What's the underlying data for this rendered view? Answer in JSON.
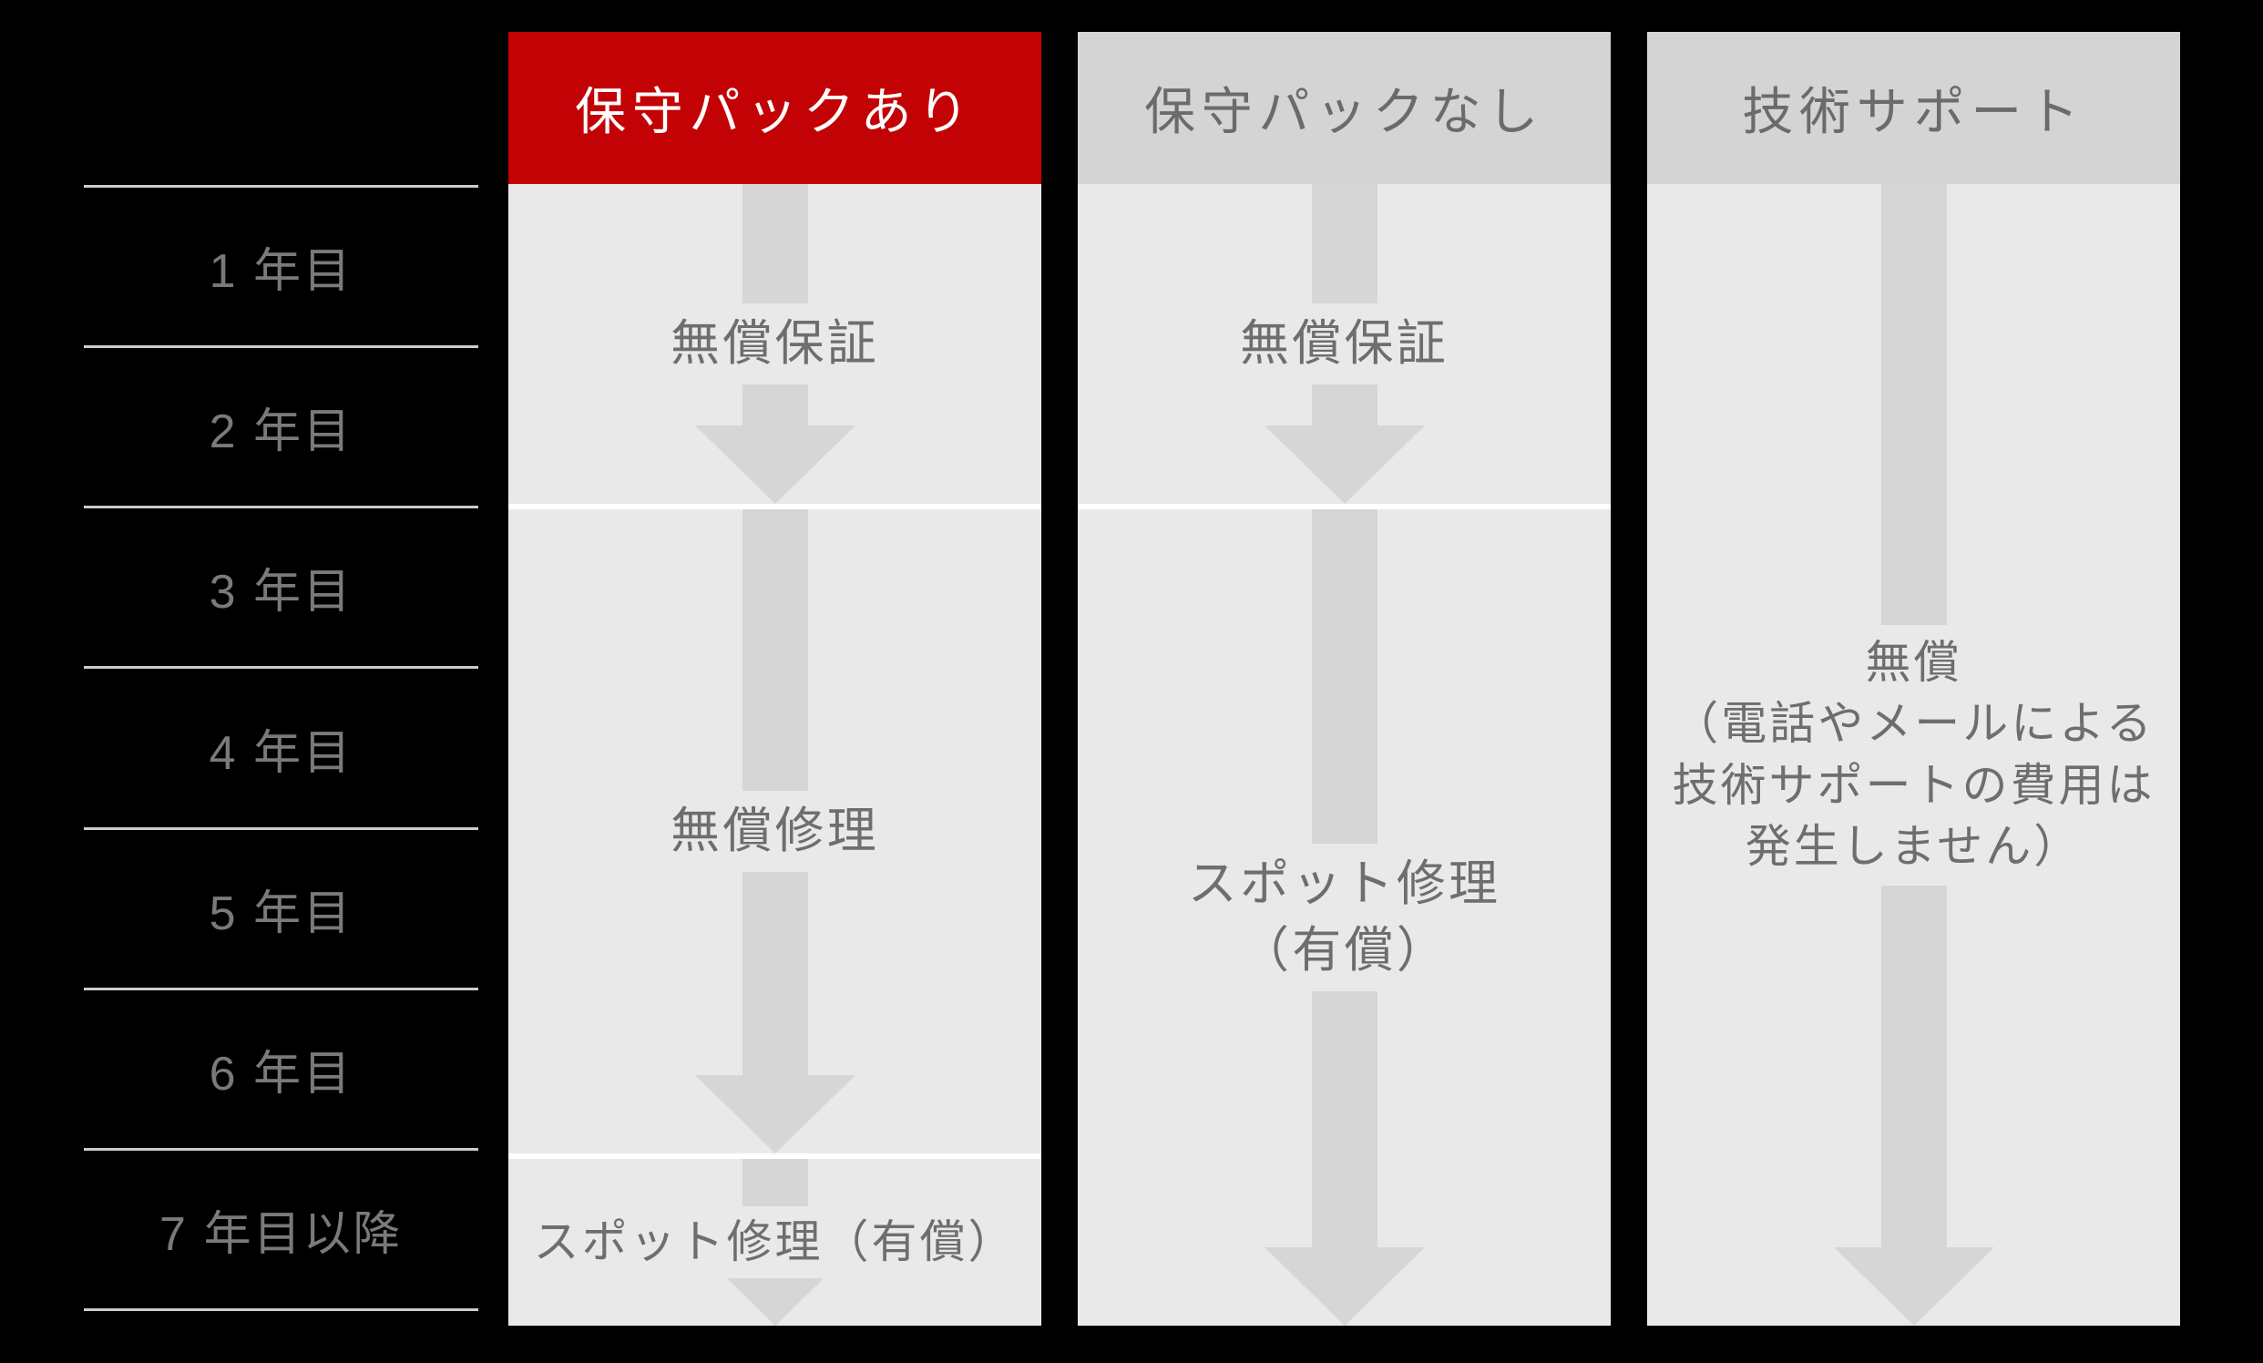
{
  "colors": {
    "background": "#000000",
    "accent_red": "#c20204",
    "header_gray": "#d4d4d4",
    "panel_gray": "#e9e9e9",
    "arrow_gray": "#d6d6d6",
    "text_gray": "#6e6e6e",
    "separator_white": "#ffffff"
  },
  "years": [
    {
      "label": "1 年目"
    },
    {
      "label": "2 年目"
    },
    {
      "label": "3 年目"
    },
    {
      "label": "4 年目"
    },
    {
      "label": "5 年目"
    },
    {
      "label": "6 年目"
    },
    {
      "label": "7 年目以降"
    }
  ],
  "columns": [
    {
      "header": "保守パックあり",
      "sections": [
        {
          "lines": [
            "無償保証"
          ]
        },
        {
          "lines": [
            "無償修理"
          ]
        },
        {
          "lines": [
            "スポット修理（有償）"
          ]
        }
      ]
    },
    {
      "header": "保守パックなし",
      "sections": [
        {
          "lines": [
            "無償保証"
          ]
        },
        {
          "lines": [
            "スポット修理",
            "（有償）"
          ]
        }
      ]
    },
    {
      "header": "技術サポート",
      "sections": [
        {
          "lines": [
            "無償",
            "（電話やメールによる",
            "技術サポートの費用は",
            "発生しません）"
          ]
        }
      ]
    }
  ]
}
